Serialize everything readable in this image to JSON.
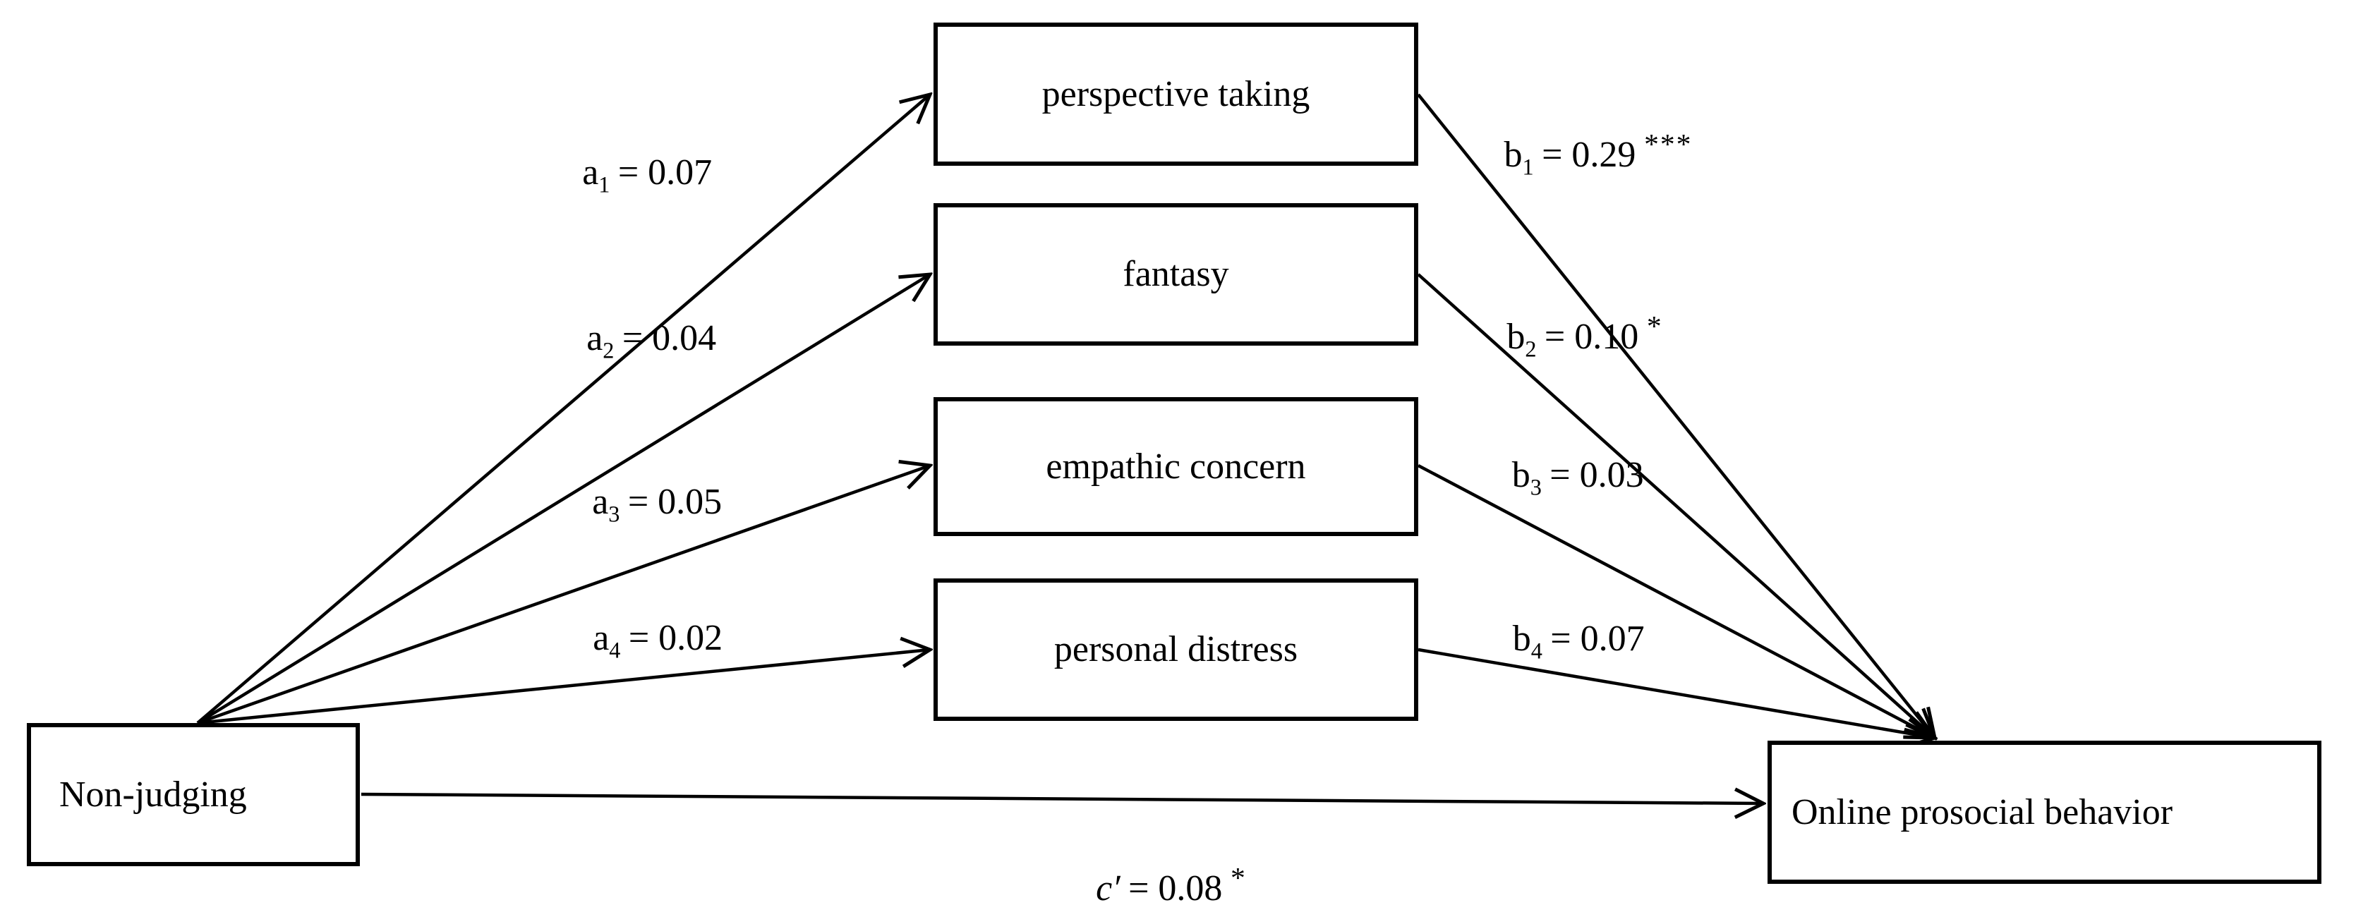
{
  "diagram": {
    "type": "mediation-path-model",
    "predictor": {
      "label": "Non-judging"
    },
    "outcome": {
      "label": "Online prosocial behavior"
    },
    "mediators": [
      {
        "label": "perspective taking"
      },
      {
        "label": "fantasy"
      },
      {
        "label": "empathic concern"
      },
      {
        "label": "personal distress"
      }
    ],
    "paths": {
      "a": [
        {
          "id": "a1",
          "from": "Non-judging",
          "to": "perspective taking",
          "letter": "a",
          "sub": "1",
          "rest": "= 0.07",
          "sig": "",
          "coefficient": 0.07
        },
        {
          "id": "a2",
          "from": "Non-judging",
          "to": "fantasy",
          "letter": "a",
          "sub": "2",
          "rest": "= 0.04",
          "sig": "",
          "coefficient": 0.04
        },
        {
          "id": "a3",
          "from": "Non-judging",
          "to": "empathic concern",
          "letter": "a",
          "sub": "3",
          "rest": "= 0.05",
          "sig": "",
          "coefficient": 0.05
        },
        {
          "id": "a4",
          "from": "Non-judging",
          "to": "personal distress",
          "letter": "a",
          "sub": "4",
          "rest": "= 0.02",
          "sig": "",
          "coefficient": 0.02
        }
      ],
      "b": [
        {
          "id": "b1",
          "from": "perspective taking",
          "to": "Online prosocial behavior",
          "letter": "b",
          "sub": "1",
          "rest": "= 0.29",
          "sig": "***",
          "coefficient": 0.29
        },
        {
          "id": "b2",
          "from": "fantasy",
          "to": "Online prosocial behavior",
          "letter": "b",
          "sub": "2",
          "rest": "= 0.10",
          "sig": "*",
          "coefficient": 0.1
        },
        {
          "id": "b3",
          "from": "empathic concern",
          "to": "Online prosocial behavior",
          "letter": "b",
          "sub": "3",
          "rest": "= 0.03",
          "sig": "",
          "coefficient": 0.03
        },
        {
          "id": "b4",
          "from": "personal distress",
          "to": "Online prosocial behavior",
          "letter": "b",
          "sub": "4",
          "rest": "= 0.07",
          "sig": "",
          "coefficient": 0.07
        }
      ],
      "c_prime": {
        "id": "c",
        "from": "Non-judging",
        "to": "Online prosocial behavior",
        "letter": "c′",
        "sub": "",
        "rest": "= 0.08",
        "sig": "*",
        "coefficient": 0.08
      }
    },
    "colors": {
      "line": "#000000",
      "text": "#000000",
      "box_border": "#000000",
      "box_fill": "#ffffff",
      "background": "#ffffff"
    }
  }
}
